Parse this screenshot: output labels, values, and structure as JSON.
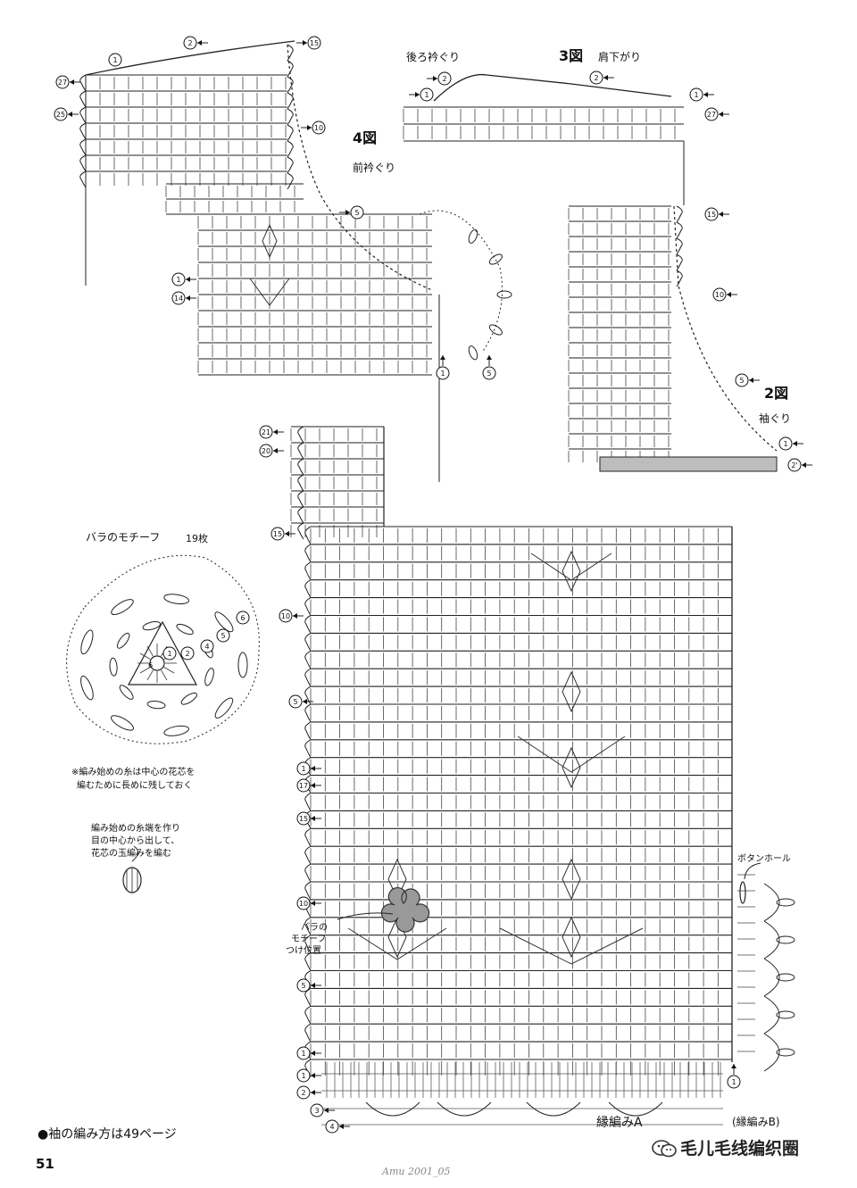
{
  "labels": {
    "fig4_num": "4図",
    "fig4_cap": "前衿ぐり",
    "fig3_num": "3図",
    "fig3_cap": "肩下がり",
    "back_neck": "後ろ衿ぐり",
    "fig2_num": "2図",
    "fig2_cap": "袖ぐり",
    "rose_title": "バラのモチーフ",
    "rose_count": "19枚",
    "rose_note_1": "※編み始めの糸は中心の花芯を",
    "rose_note_2": "編むために長めに残しておく",
    "center_note_1": "編み始めの糸端を作り",
    "center_note_2": "目の中心から出して、",
    "center_note_3": "花芯の玉編みを編む",
    "buttonhole": "ボタンホール",
    "rose_pos_1": "バラの",
    "rose_pos_2": "モチーフ",
    "rose_pos_3": "つけ位置",
    "edge_a": "縁編みA",
    "edge_b": "(縁編みB)",
    "sleeve_note": "●袖の編み方は49ページ",
    "page_number": "51",
    "watermark": "毛儿毛线编织圈",
    "signature": "Amu 2001_05"
  },
  "row_markers": {
    "fig4_top_left": [
      "27",
      "25"
    ],
    "fig4_top": [
      "2",
      "1",
      "15"
    ],
    "fig4_side": [
      "10",
      "5"
    ],
    "fig4_left": [
      "1",
      "14"
    ],
    "fig4_bottom": [
      "1",
      "5"
    ],
    "fig3": [
      "2",
      "1",
      "2",
      "1",
      "27"
    ],
    "fig2": [
      "15",
      "10",
      "5",
      "1",
      "2'"
    ],
    "main_top": [
      "21",
      "20",
      "15",
      "10",
      "5"
    ],
    "main_left": [
      "1",
      "17",
      "15",
      "10",
      "5",
      "1"
    ],
    "edging": [
      "1",
      "2",
      "3",
      "4"
    ],
    "edge_b": [
      "1"
    ],
    "rose": [
      "1",
      "2",
      "4",
      "5",
      "6",
      "6"
    ]
  },
  "icons": [
    "arrow-left-icon",
    "arrow-up-icon",
    "rose-motif-icon",
    "chat-bubble-icon"
  ]
}
